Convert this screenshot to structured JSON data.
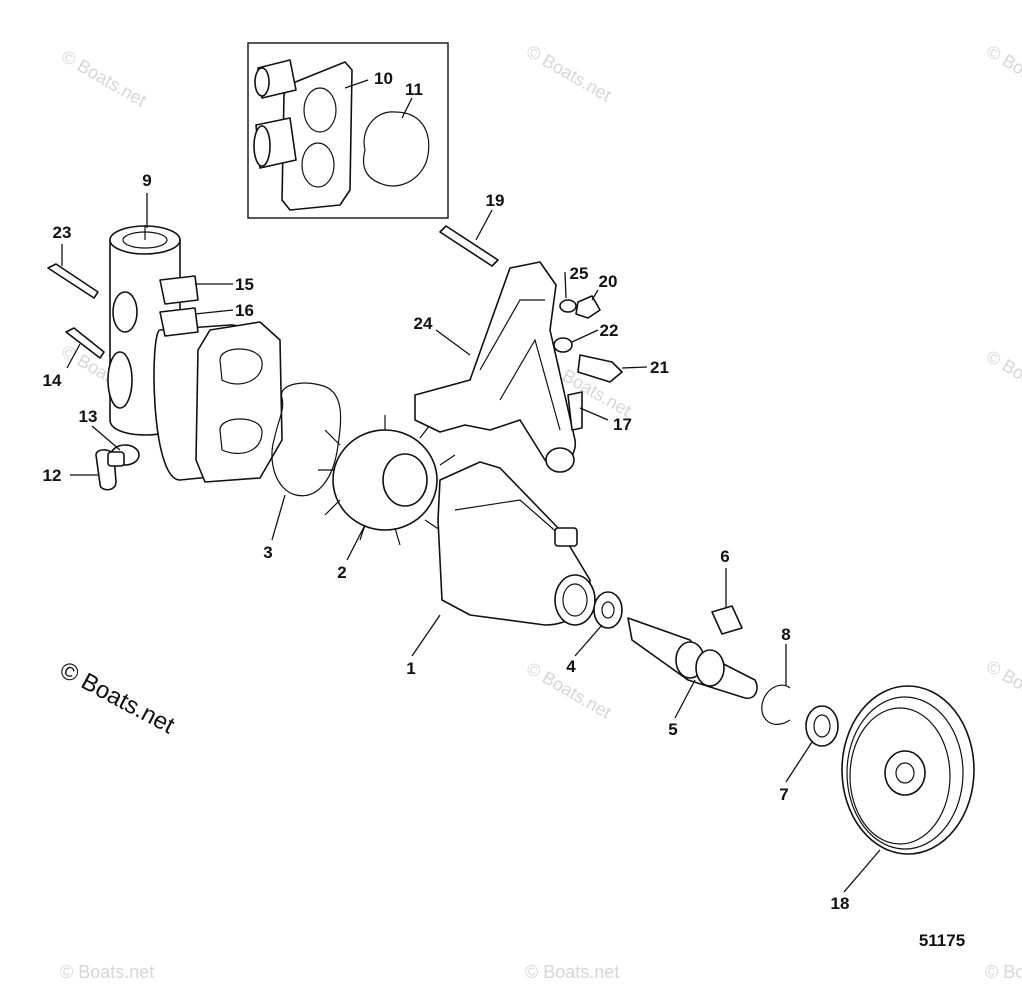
{
  "diagram": {
    "reference_number": "51175",
    "copyright": "© Boats.net",
    "watermark": "© Boats.net",
    "callouts": [
      "1",
      "2",
      "3",
      "4",
      "5",
      "6",
      "7",
      "8",
      "9",
      "10",
      "11",
      "12",
      "13",
      "14",
      "15",
      "16",
      "17",
      "18",
      "19",
      "20",
      "21",
      "22",
      "23",
      "24",
      "25"
    ]
  }
}
